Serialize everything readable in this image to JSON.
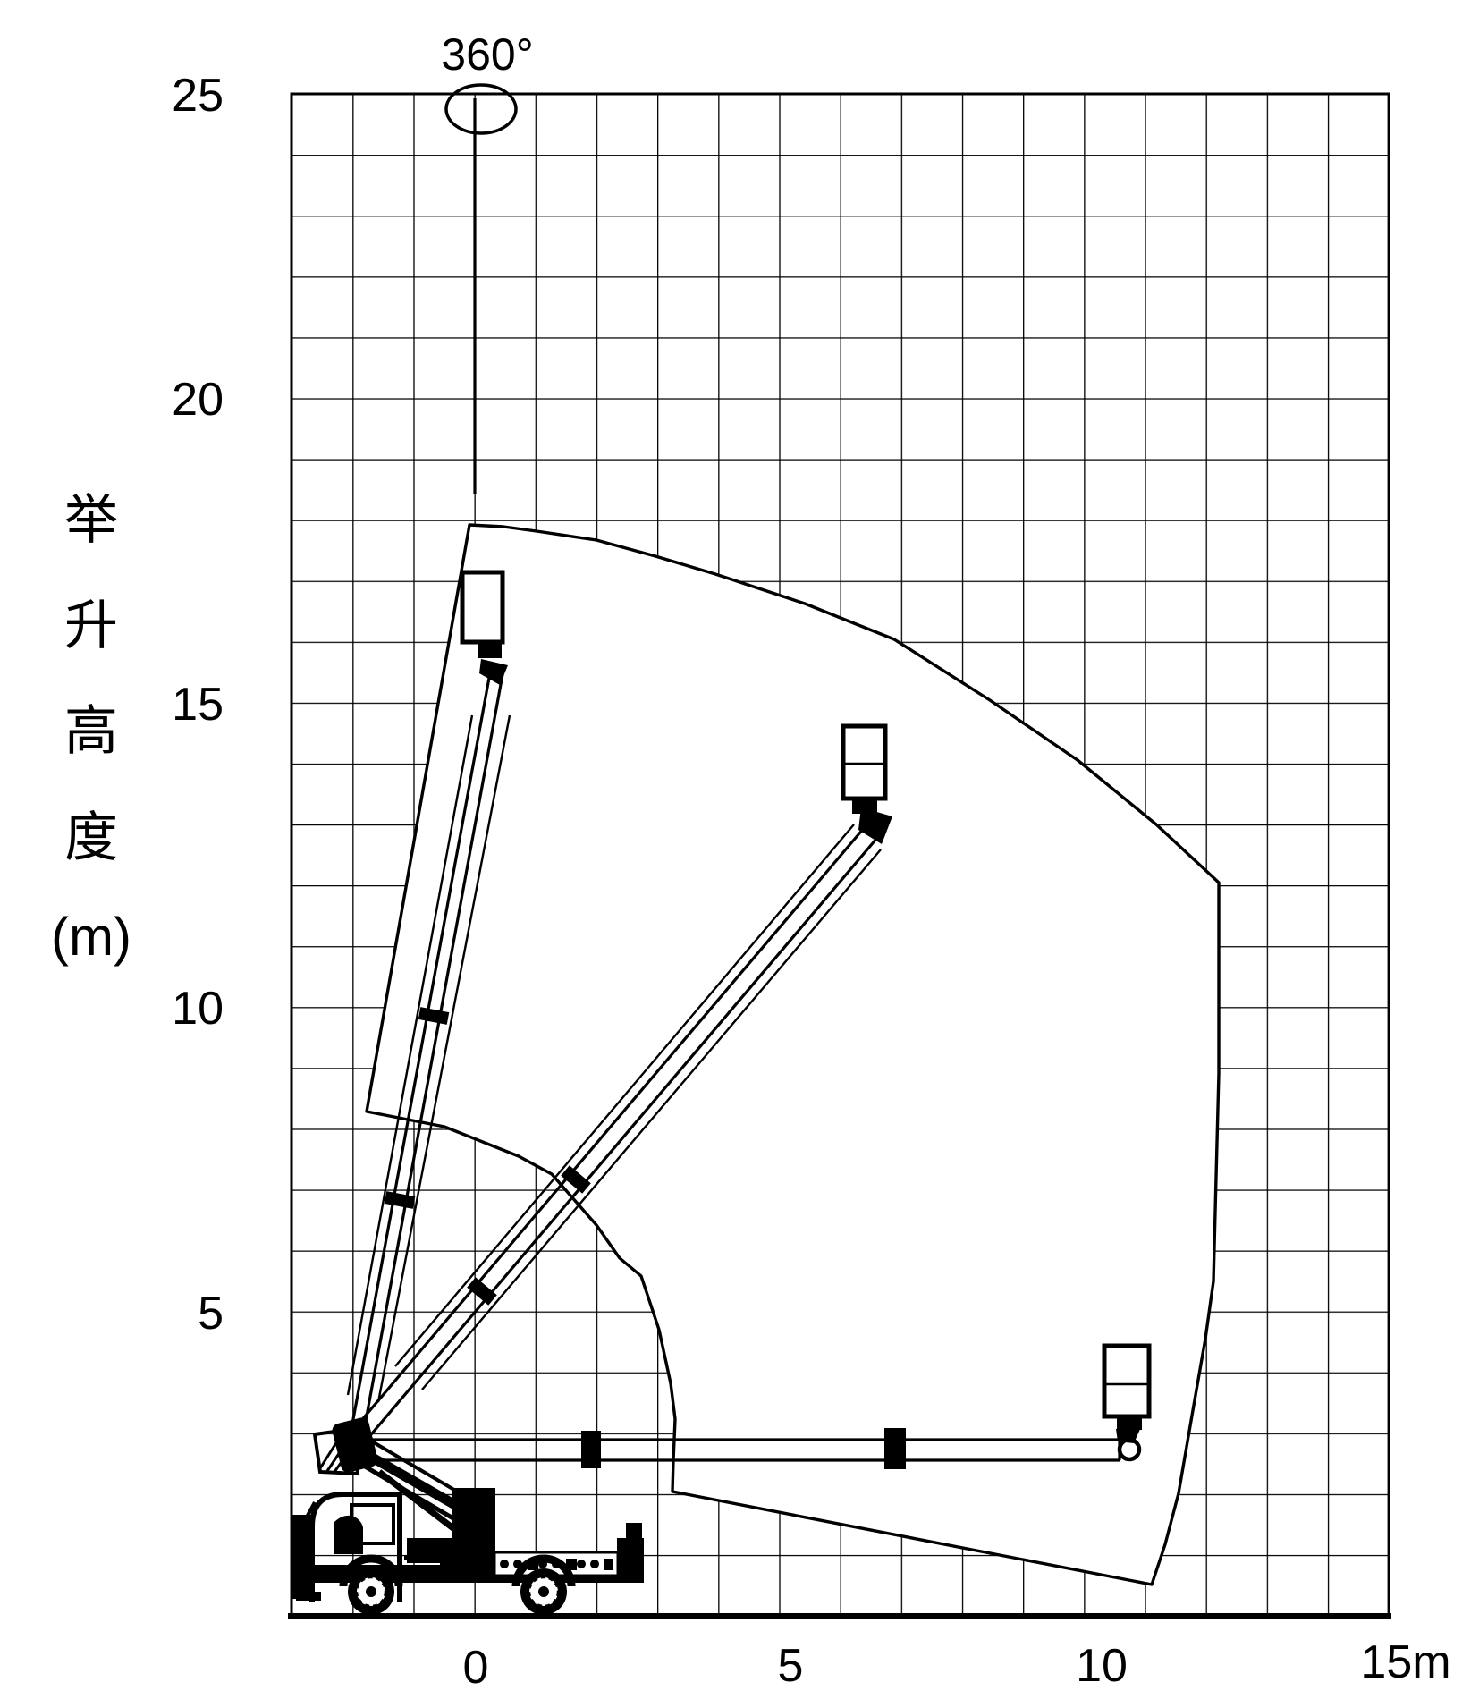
{
  "figure": {
    "slew_label": "360°",
    "y_axis": {
      "title_chars": [
        "举",
        "升",
        "高",
        "度",
        "(m)"
      ],
      "tick_labels": [
        "25",
        "20",
        "15",
        "10",
        "5"
      ]
    },
    "x_axis": {
      "tick_labels": [
        "0",
        "5",
        "10",
        "15m"
      ]
    }
  },
  "chart_data": {
    "type": "area",
    "title": "",
    "ylabel": "举升高度(m)",
    "xlabel": "m",
    "x_ticks": [
      0,
      5,
      10,
      15
    ],
    "y_ticks": [
      5,
      10,
      15,
      20,
      25
    ],
    "xlim_m": [
      -3,
      15
    ],
    "ylim_m": [
      0,
      25
    ],
    "grid": "1 m squares, on",
    "slew_range_deg": 360,
    "series": [
      {
        "name": "working-envelope-boundary",
        "points_m": [
          [
            -0.1,
            17.9
          ],
          [
            1.0,
            17.8
          ],
          [
            3.0,
            17.4
          ],
          [
            5.4,
            16.6
          ],
          [
            7.6,
            15.5
          ],
          [
            9.9,
            14.1
          ],
          [
            11.2,
            13.0
          ],
          [
            12.2,
            12.0
          ],
          [
            12.2,
            6.7
          ],
          [
            12.0,
            4.6
          ],
          [
            11.8,
            3.3
          ],
          [
            11.3,
            1.2
          ],
          [
            11.1,
            0.5
          ],
          [
            3.3,
            2.0
          ],
          [
            3.3,
            3.2
          ],
          [
            3.0,
            4.7
          ],
          [
            2.4,
            5.9
          ],
          [
            1.3,
            7.3
          ],
          [
            -0.5,
            8.0
          ],
          [
            -1.8,
            8.3
          ]
        ]
      }
    ],
    "boom_positions": [
      {
        "name": "raised",
        "platform_x_m": 0.2,
        "platform_top_height_m": 17.1
      },
      {
        "name": "mid",
        "platform_x_m": 6.2,
        "platform_top_height_m": 14.6
      },
      {
        "name": "horizontal",
        "platform_x_m": 10.8,
        "platform_top_height_m": 4.4,
        "max_outreach_m": 11.1
      }
    ],
    "pivot_m": {
      "x": -1.9,
      "height": 2.9
    }
  }
}
